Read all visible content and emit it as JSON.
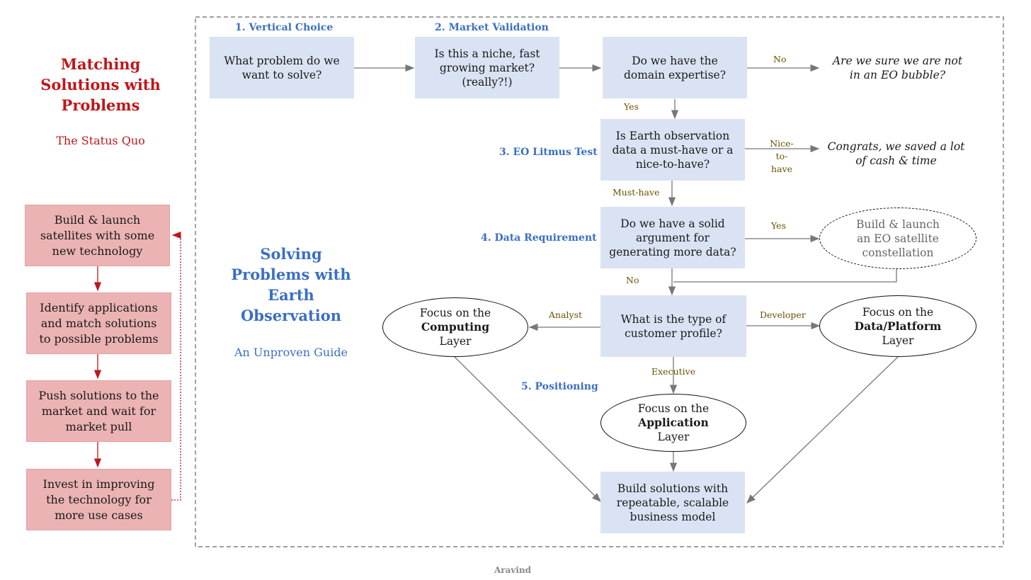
{
  "status_quo": {
    "title_lines": [
      "Matching",
      "Solutions with",
      "Problems"
    ],
    "subtitle": "The Status Quo",
    "boxes": [
      [
        "Build & launch",
        "satellites with some",
        "new technology"
      ],
      [
        "Identify applications",
        "and match solutions",
        "to possible problems"
      ],
      [
        "Push solutions to the",
        "market and wait for",
        "market pull"
      ],
      [
        "Invest in improving",
        "the technology for",
        "more use cases"
      ]
    ]
  },
  "guide": {
    "title_lines": [
      "Solving",
      "Problems with",
      "Earth",
      "Observation"
    ],
    "subtitle": "An Unproven Guide"
  },
  "steps": {
    "s1": "1. Vertical Choice",
    "s2": "2. Market Validation",
    "s3": "3. EO Litmus Test",
    "s4": "4. Data Requirement",
    "s5": "5. Positioning"
  },
  "nodes": {
    "problem": [
      "What problem do we",
      "want to solve?"
    ],
    "market": [
      "Is this a niche, fast",
      "growing market?",
      "(really?!)"
    ],
    "expertise": [
      "Do we have the",
      "domain expertise?"
    ],
    "litmus": [
      "Is Earth observation",
      "data a must-have or a",
      "nice-to-have?"
    ],
    "data_req": [
      "Do we have a solid",
      "argument for",
      "generating more data?"
    ],
    "customer": [
      "What is the type of",
      "customer profile?"
    ],
    "computing": {
      "pre": "Focus on the",
      "bold": "Computing",
      "post": "Layer"
    },
    "platform": {
      "pre": "Focus on the",
      "bold": "Data/Platform",
      "post": "Layer"
    },
    "application": {
      "pre": "Focus on the",
      "bold": "Application",
      "post": "Layer"
    },
    "build_launch": [
      "Build & launch",
      "an EO satellite",
      "constellation"
    ],
    "final": [
      "Build solutions with",
      "repeatable, scalable",
      "business model"
    ]
  },
  "outcomes": {
    "bubble": [
      "Are we sure we are not",
      "in an EO bubble?"
    ],
    "congrats": [
      "Congrats, we saved a lot",
      "of cash & time"
    ]
  },
  "edge_labels": {
    "no1": "No",
    "yes1": "Yes",
    "nice": [
      "Nice-to-",
      "have"
    ],
    "must": "Must-have",
    "yes2": "Yes",
    "no2": "No",
    "analyst": "Analyst",
    "developer": "Developer",
    "executive": "Executive"
  },
  "author": "Aravind",
  "colors": {
    "red": "#c0161a",
    "blue_text": "#3a6fc4",
    "blue_box": "#d9e3f3",
    "pink_box": "#ebb3b3",
    "label": "#6b5200"
  }
}
